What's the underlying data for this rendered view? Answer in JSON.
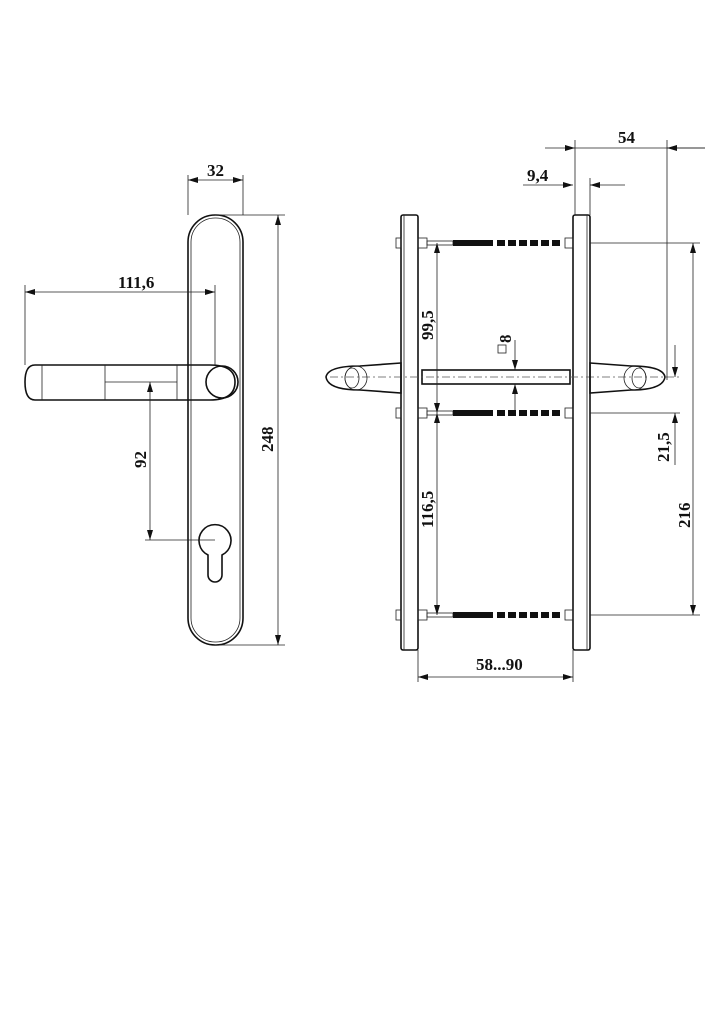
{
  "title": "Door handle set dimension drawing",
  "front_view": {
    "dims": {
      "plate_width": "32",
      "plate_height": "248",
      "lever_length": "111,6",
      "lever_to_cylinder": "92"
    }
  },
  "side_view": {
    "dims": {
      "handle_projection": "54",
      "plate_thickness": "9,4",
      "screw_upper_spacing": "99,5",
      "screw_lower_spacing": "116,5",
      "spindle_square": "8",
      "spindle_to_screw": "21,5",
      "screw_total_spacing": "216",
      "door_thickness_range": "58...90"
    }
  }
}
